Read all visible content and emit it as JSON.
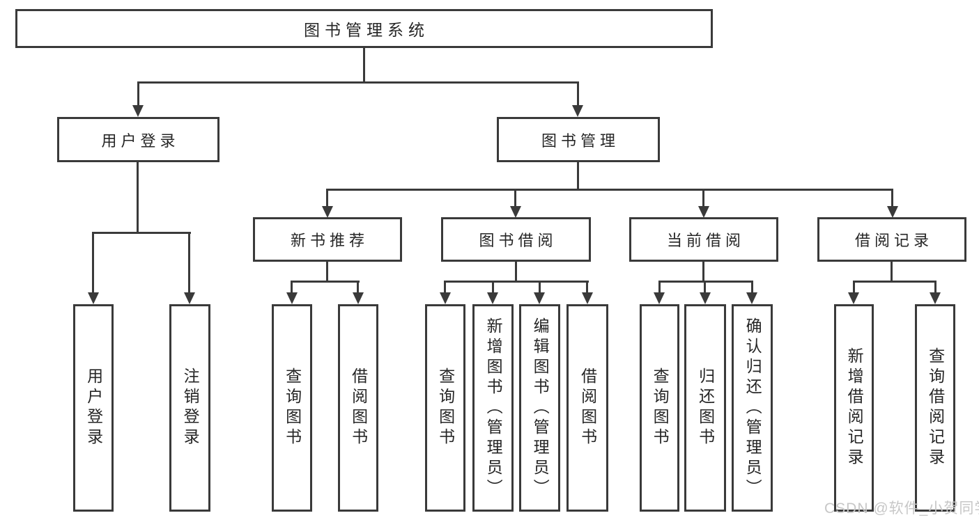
{
  "diagram": {
    "root": {
      "label": "图书管理系统"
    },
    "level2": [
      {
        "label": "用户登录"
      },
      {
        "label": "图书管理"
      }
    ],
    "level3": [
      {
        "label": "新书推荐"
      },
      {
        "label": "图书借阅"
      },
      {
        "label": "当前借阅"
      },
      {
        "label": "借阅记录"
      }
    ],
    "leaves": {
      "user_login": [
        {
          "label": "用户登录"
        },
        {
          "label": "注销登录"
        }
      ],
      "new_book": [
        {
          "label": "查询图书"
        },
        {
          "label": "借阅图书"
        }
      ],
      "book_borrow": [
        {
          "label": "查询图书"
        },
        {
          "label": "新增图书（管理员）"
        },
        {
          "label": "编辑图书（管理员）"
        },
        {
          "label": "借阅图书"
        }
      ],
      "current_borrow": [
        {
          "label": "查询图书"
        },
        {
          "label": "归还图书"
        },
        {
          "label": "确认归还（管理员）"
        }
      ],
      "borrow_record": [
        {
          "label": "新增借阅记录"
        },
        {
          "label": "查询借阅记录"
        }
      ]
    }
  },
  "watermark": {
    "text": "CSDN @软件_小贺同学"
  },
  "colors": {
    "line": "#3a3a3a",
    "box_border": "#3a3a3a",
    "box_fill": "#ffffff",
    "text": "#262626",
    "watermark": "#c7c7c7",
    "background": "#ffffff"
  }
}
